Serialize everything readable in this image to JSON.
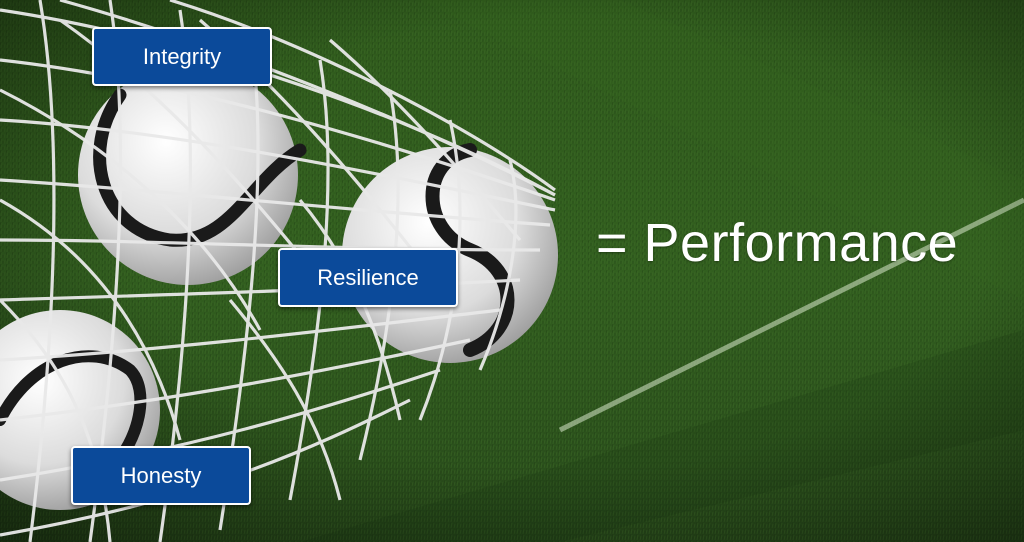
{
  "slide": {
    "labels": {
      "integrity": "Integrity",
      "resilience": "Resilience",
      "honesty": "Honesty"
    },
    "equation_text": "= Performance"
  },
  "colors": {
    "label_fill": "#0b4a9a",
    "label_border": "#ffffff",
    "grass_dark": "#1f3a13",
    "grass_light": "#4a7a2a",
    "net": "#e6e6e6",
    "ball": "#e8e8e8",
    "ball_stripe": "#2a2a2a"
  }
}
